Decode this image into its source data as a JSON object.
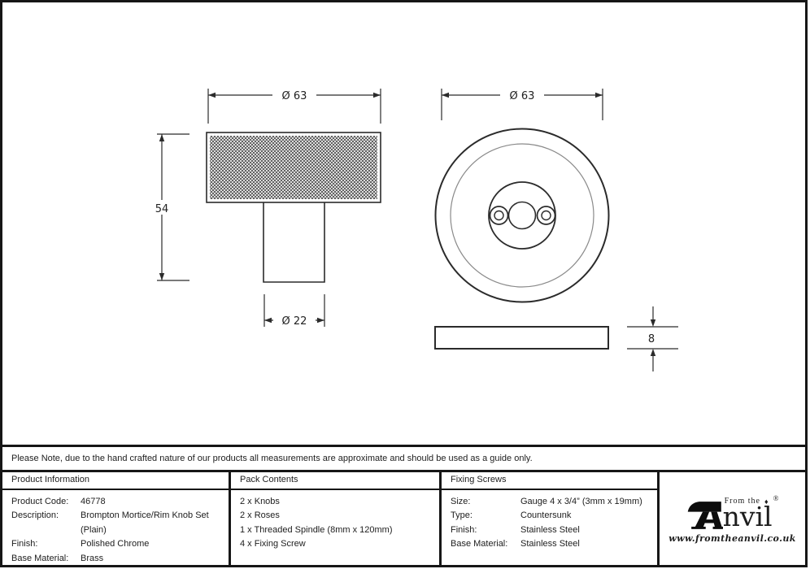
{
  "drawings": {
    "knob": {
      "dim_width": "Ø 63",
      "dim_height": "54",
      "dim_stem_width": "Ø 22"
    },
    "rose": {
      "dim_width": "Ø 63",
      "dim_thickness": "8"
    }
  },
  "note": "Please Note, due to the hand crafted nature of our products all measurements are approximate and should be used as a guide only.",
  "table": {
    "product_information": {
      "header": "Product Information",
      "rows": [
        {
          "label": "Product Code:",
          "value": "46778"
        },
        {
          "label": "Description:",
          "value": "Brompton Mortice/Rim Knob Set",
          "value2": "(Plain)"
        },
        {
          "label": "Finish:",
          "value": "Polished Chrome"
        },
        {
          "label": "Base Material:",
          "value": "Brass"
        }
      ]
    },
    "pack_contents": {
      "header": "Pack Contents",
      "items": [
        "2 x Knobs",
        "2 x Roses",
        "1 x Threaded Spindle (8mm x 120mm)",
        "4 x Fixing Screw"
      ]
    },
    "fixing_screws": {
      "header": "Fixing Screws",
      "rows": [
        {
          "label": "Size:",
          "value": "Gauge 4 x 3/4” (3mm x 19mm)"
        },
        {
          "label": "Type:",
          "value": "Countersunk"
        },
        {
          "label": "Finish:",
          "value": "Stainless Steel"
        },
        {
          "label": "Base Material:",
          "value": "Stainless Steel"
        }
      ]
    }
  },
  "logo": {
    "from_the": "From the",
    "wordmark": "nvil",
    "registered": "®",
    "website": "www.fromtheanvil.co.uk"
  },
  "colors": {
    "line": "#2b2b2b",
    "ring_gray": "#8a8a8a"
  }
}
